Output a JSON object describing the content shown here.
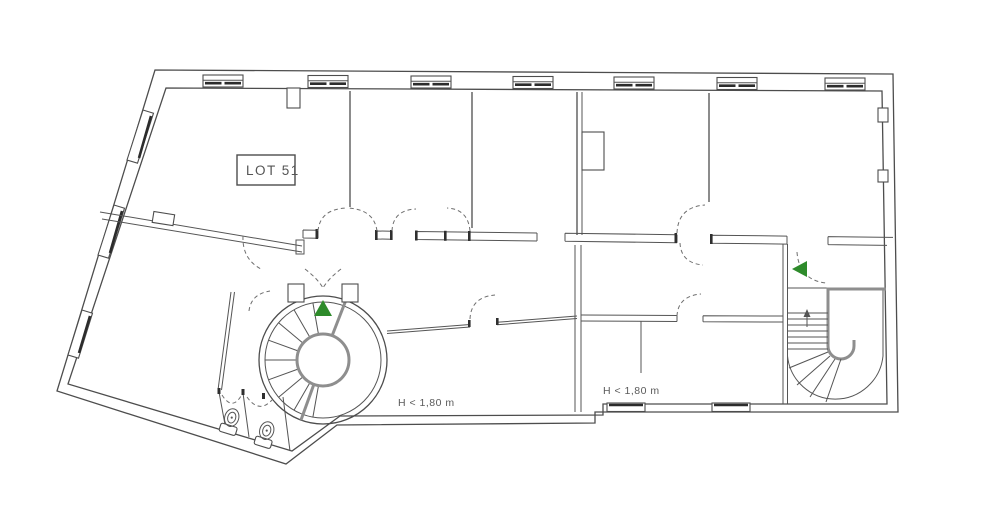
{
  "plan": {
    "lot_label": "LOT 51",
    "height_labels": {
      "left": "H < 1,80 m",
      "right": "H < 1,80 m"
    },
    "colors": {
      "marker_green": "#2e8b2b",
      "wall": "#4d4d4d",
      "rail_gray": "#8e8e8e",
      "text": "#5a5a5a",
      "background": "#ffffff"
    },
    "icons": {
      "direction_marker_up": "triangle-up",
      "direction_marker_left": "triangle-left",
      "toilet": "toilet-plan-symbol",
      "spiral_staircase": "spiral-stair-symbol",
      "u_staircase": "u-stair-symbol",
      "window": "double-glazing-window-symbol",
      "door": "dashed-swing-arc"
    }
  }
}
